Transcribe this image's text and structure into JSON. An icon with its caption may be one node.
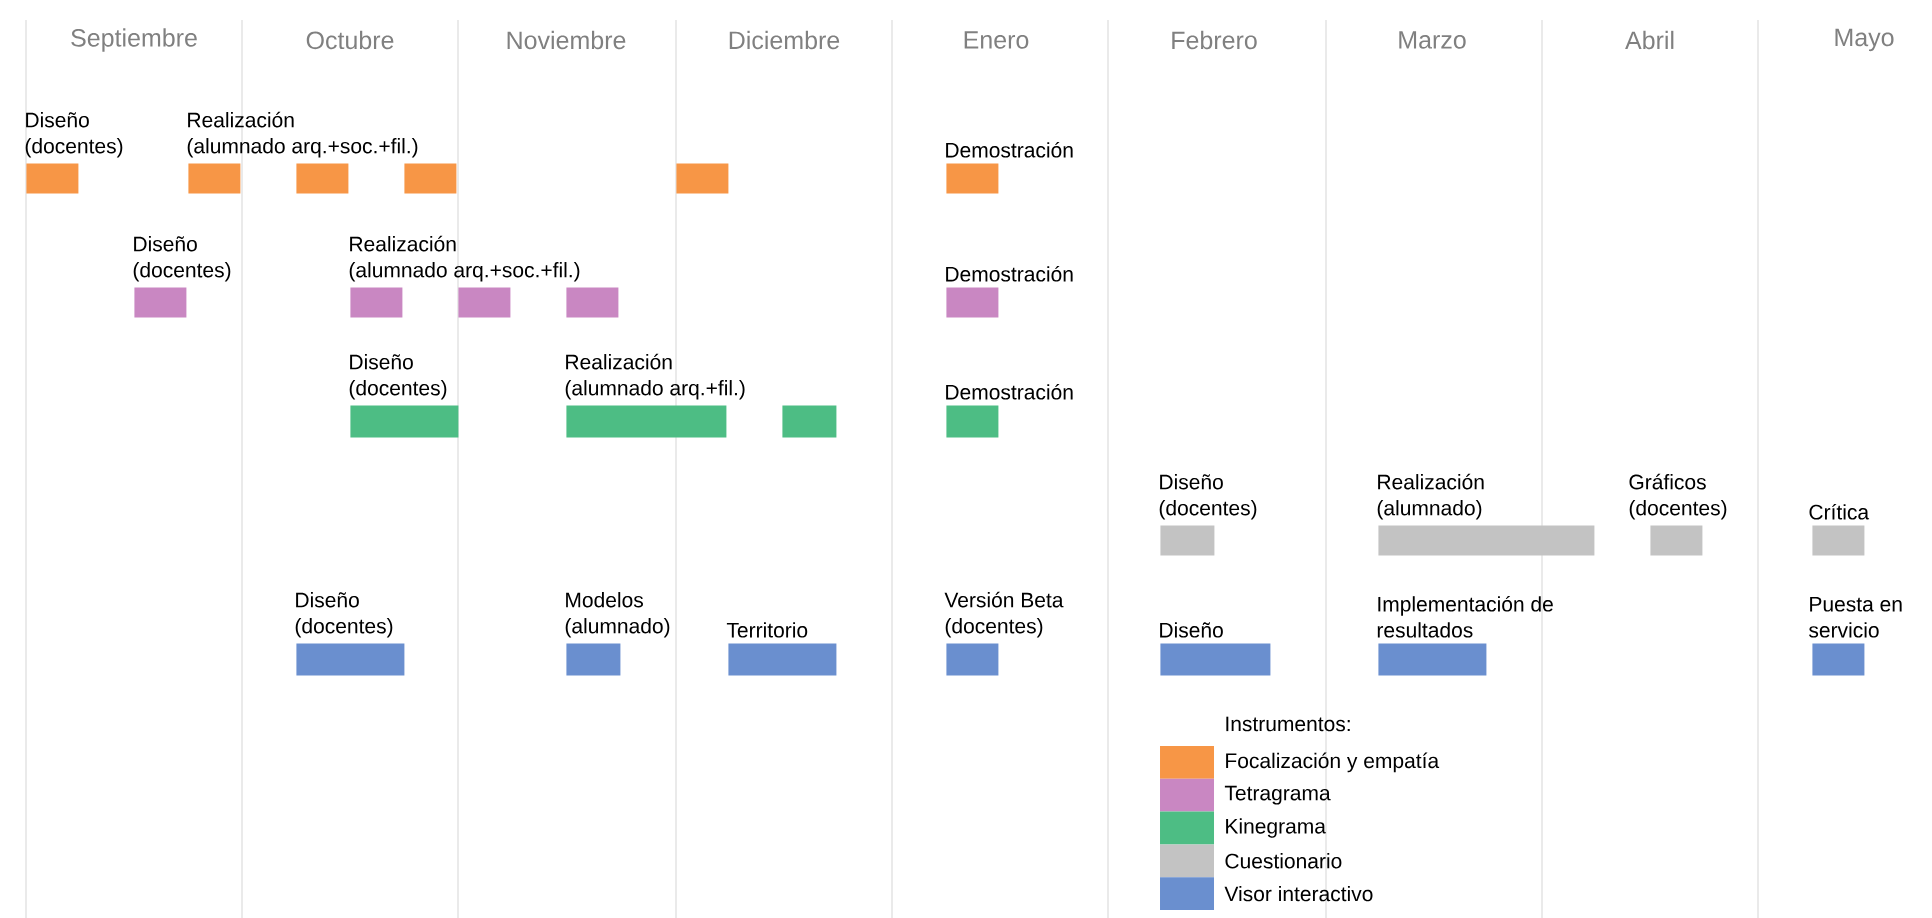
{
  "diagram": {
    "nodes": [
      {
        "text": [
          "Diseño (docentes)"
        ]
      },
      {
        "text": [
          "Realización (alumnado arq.+soc.+fil.)"
        ]
      },
      {
        "text": [],
        "shape": "bar"
      },
      {
        "text": [],
        "shape": "bar"
      },
      {
        "text": [],
        "shape": "bar"
      },
      {
        "text": [
          "Demostración"
        ]
      },
      {
        "text": [
          "Diseño (docentes)"
        ]
      },
      {
        "text": [
          "Realización (alumnado arq.+soc.+fil.)"
        ]
      },
      {
        "text": [],
        "shape": "bar"
      },
      {
        "text": [],
        "shape": "bar"
      },
      {
        "text": [
          "Demostración"
        ]
      },
      {
        "text": [
          "Diseño (docentes)"
        ]
      },
      {
        "text": [
          "Realización (alumnado arq.+fil.)"
        ]
      },
      {
        "text": [],
        "shape": "bar"
      },
      {
        "text": [
          "Demostración"
        ]
      },
      {
        "text": [
          "Diseño (docentes)"
        ]
      },
      {
        "text": [
          "Realización (alumnado)"
        ]
      },
      {
        "text": [
          "Gráficos (docentes)"
        ]
      },
      {
        "text": [
          "Crítica"
        ]
      },
      {
        "text": [
          "Diseño (docentes)"
        ]
      },
      {
        "text": [
          "Modelos (alumnado)"
        ]
      },
      {
        "text": [
          "Territorio"
        ]
      },
      {
        "text": [
          "Versión Beta (docentes)"
        ]
      },
      {
        "text": [
          "Diseño"
        ]
      },
      {
        "text": [
          "Implementación de resultados"
        ]
      },
      {
        "text": [
          "Puesta en servicio"
        ]
      }
    ],
    "labels": [
      "Septiembre",
      "Octubre",
      "Noviembre",
      "Diciembre",
      "Enero",
      "Febrero",
      "Marzo",
      "Abril",
      "Mayo",
      "Instrumentos:"
    ],
    "legend": [
      {
        "text": "Focalización y empatía",
        "color": "#f79646"
      },
      {
        "text": "Tetragrama",
        "color": "#c987c2"
      },
      {
        "text": "Kinegrama",
        "color": "#4dbd84"
      },
      {
        "text": "Cuestionario",
        "color": "#c3c3c3"
      },
      {
        "text": "Visor interactivo",
        "color": "#6a8fcf"
      }
    ]
  }
}
